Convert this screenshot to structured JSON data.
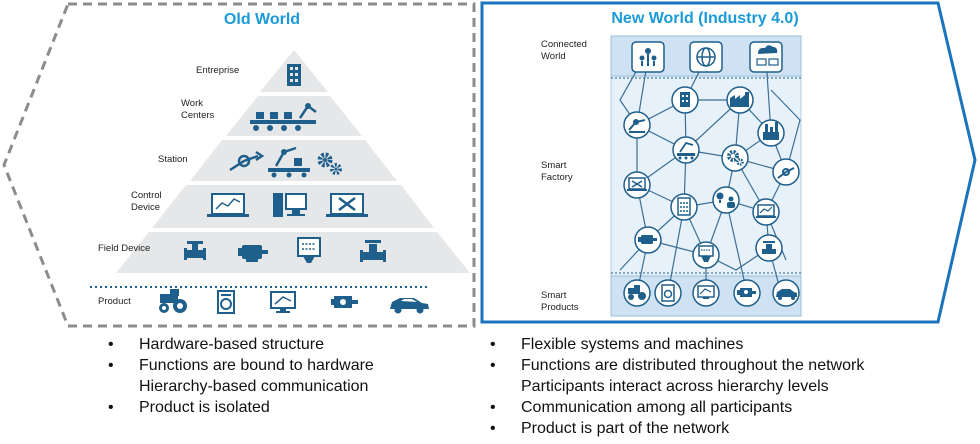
{
  "old_world": {
    "title": "Old World",
    "levels": [
      "Entreprise",
      "Work\nCenters",
      "Station",
      "Control\nDevice",
      "Field Device",
      "Product"
    ],
    "bullets": [
      {
        "bullet": "•",
        "text": "Hardware-based structure"
      },
      {
        "bullet": "•",
        "text": "Functions are bound to hardware"
      },
      {
        "bullet": "",
        "text": "Hierarchy-based communication"
      },
      {
        "bullet": "•",
        "text": "Product is isolated"
      }
    ]
  },
  "new_world": {
    "title": "New World (Industry 4.0)",
    "levels": [
      "Connected\nWorld",
      "Smart\nFactory",
      "Smart\nProducts"
    ],
    "bullets": [
      {
        "bullet": "•",
        "text": "Flexible systems and machines"
      },
      {
        "bullet": "•",
        "text": "Functions are distributed throughout the network"
      },
      {
        "bullet": "",
        "text": "Participants interact across hierarchy levels"
      },
      {
        "bullet": "•",
        "text": "Communication among all participants"
      },
      {
        "bullet": "•",
        "text": "Product is part of the network"
      }
    ]
  },
  "colors": {
    "accent": "#1a9ad6",
    "frame_blue": "#1b73bd",
    "frame_gray": "#8c8c8c",
    "icon_blue": "#1f5f8b",
    "pyramid": "#e6e7e8",
    "grid_panel": "#e7f1fa"
  }
}
